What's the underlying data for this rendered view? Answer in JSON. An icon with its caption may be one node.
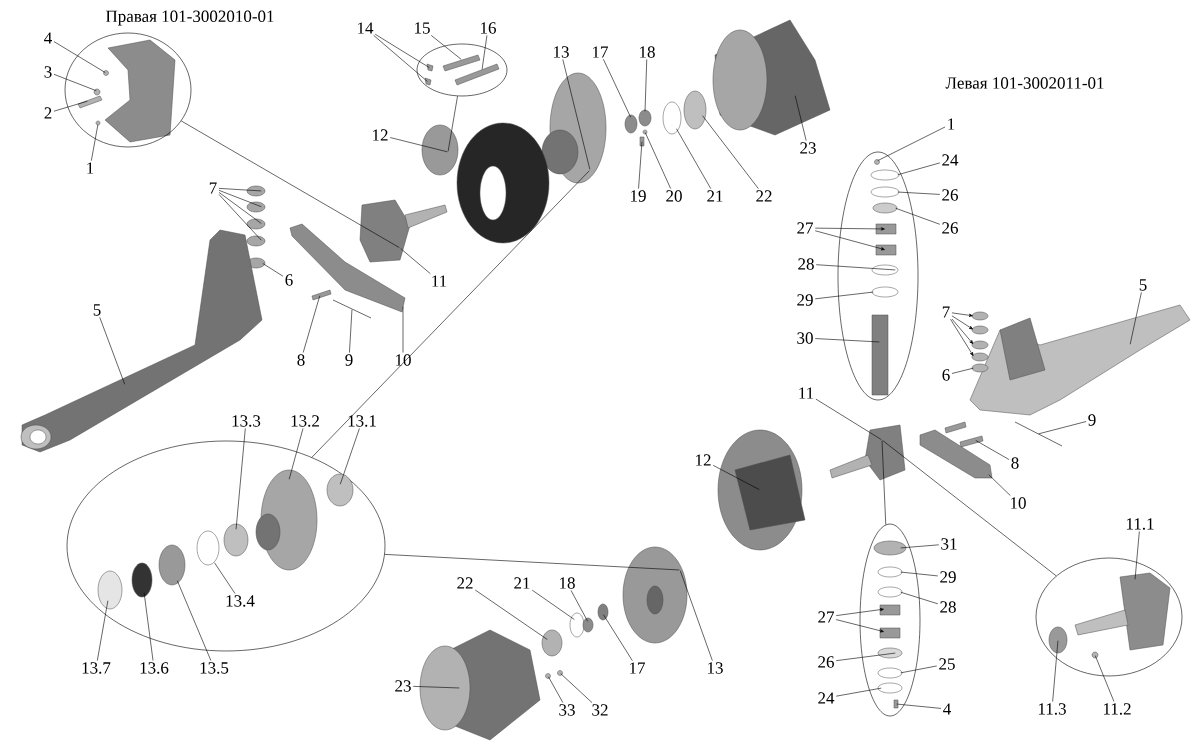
{
  "diagram": {
    "nodes": [
      {
        "text": [
          "4"
        ]
      },
      {
        "text": [
          "3"
        ]
      },
      {
        "text": [
          "2"
        ]
      },
      {
        "text": [
          "1"
        ]
      },
      {
        "text": [
          "14"
        ]
      },
      {
        "text": [
          "15"
        ]
      },
      {
        "text": [
          "16"
        ]
      },
      {
        "text": [
          "13"
        ]
      },
      {
        "text": [
          "17"
        ]
      },
      {
        "text": [
          "18"
        ]
      },
      {
        "text": [
          "12"
        ]
      },
      {
        "text": [
          "23"
        ]
      },
      {
        "text": [
          "7"
        ]
      },
      {
        "text": [
          "6"
        ]
      },
      {
        "text": [
          "11"
        ]
      },
      {
        "text": [
          "19"
        ]
      },
      {
        "text": [
          "20"
        ]
      },
      {
        "text": [
          "21"
        ]
      },
      {
        "text": [
          "22"
        ]
      },
      {
        "text": [
          "5"
        ]
      },
      {
        "text": [
          "8"
        ]
      },
      {
        "text": [
          "9"
        ]
      },
      {
        "text": [
          "10"
        ]
      },
      {
        "text": [
          "1"
        ]
      },
      {
        "text": [
          "24"
        ]
      },
      {
        "text": [
          "26"
        ]
      },
      {
        "text": [
          "26"
        ]
      },
      {
        "text": [
          "27"
        ]
      },
      {
        "text": [
          "28"
        ]
      },
      {
        "text": [
          "29"
        ]
      },
      {
        "text": [
          "30"
        ]
      },
      {
        "text": [
          "5"
        ]
      },
      {
        "text": [
          "7"
        ]
      },
      {
        "text": [
          "6"
        ]
      },
      {
        "text": [
          "11"
        ]
      },
      {
        "text": [
          "9"
        ]
      },
      {
        "text": [
          "8"
        ]
      },
      {
        "text": [
          "10"
        ]
      },
      {
        "text": [
          "12"
        ]
      },
      {
        "text": [
          "13.3"
        ]
      },
      {
        "text": [
          "13.2"
        ]
      },
      {
        "text": [
          "13.1"
        ]
      },
      {
        "text": [
          "13.4"
        ],
        "in": 67
      },
      {
        "text": [
          "13.7"
        ]
      },
      {
        "text": [
          "13.6"
        ]
      },
      {
        "text": [
          "13.5"
        ]
      },
      {
        "text": [
          "22"
        ]
      },
      {
        "text": [
          "21"
        ]
      },
      {
        "text": [
          "18"
        ]
      },
      {
        "text": [
          "23"
        ]
      },
      {
        "text": [
          "33"
        ]
      },
      {
        "text": [
          "32"
        ]
      },
      {
        "text": [
          "31"
        ]
      },
      {
        "text": [
          "29"
        ]
      },
      {
        "text": [
          "28"
        ]
      },
      {
        "text": [
          "27"
        ]
      },
      {
        "text": [
          "26"
        ]
      },
      {
        "text": [
          "25"
        ]
      },
      {
        "text": [
          "24"
        ]
      },
      {
        "text": [
          "4"
        ]
      },
      {
        "text": [
          "11.1"
        ]
      },
      {
        "text": [
          "11.3"
        ]
      },
      {
        "text": [
          "11.2"
        ]
      },
      {
        "text": [
          "13"
        ]
      },
      {
        "text": [
          "17"
        ]
      },
      {
        "text": [],
        "shape": "ellipse"
      },
      {
        "text": [],
        "shape": "ellipse"
      },
      {
        "text": [],
        "shape": "ellipse"
      },
      {
        "text": [],
        "shape": "ellipse"
      },
      {
        "text": [],
        "shape": "ellipse"
      },
      {
        "text": [],
        "shape": "ellipse"
      },
      {
        "text": [],
        "shape": "circle",
        "in": 65
      },
      {
        "text": [],
        "shape": "circle",
        "in": 65
      },
      {
        "text": [],
        "shape": "box",
        "in": 65
      },
      {
        "text": [],
        "shape": "circle",
        "in": 65
      },
      {
        "text": [],
        "shape": "box",
        "in": 66
      },
      {
        "text": [],
        "shape": "box",
        "in": 66
      },
      {
        "text": [],
        "shape": "box",
        "in": 66
      },
      {
        "text": [],
        "shape": "box",
        "in": 66
      },
      {
        "text": [],
        "shape": "circle"
      },
      {
        "text": [],
        "shape": "circle"
      },
      {
        "text": [],
        "shape": "circle"
      },
      {
        "text": [],
        "shape": "circle"
      },
      {
        "text": [],
        "shape": "box"
      },
      {
        "text": [],
        "shape": "circle"
      },
      {
        "text": [],
        "shape": "circle"
      },
      {
        "text": [],
        "shape": "circle"
      },
      {
        "text": [],
        "shape": "circle"
      },
      {
        "text": [],
        "shape": "circle"
      },
      {
        "text": [],
        "shape": "box"
      },
      {
        "text": [],
        "shape": "box"
      },
      {
        "text": [],
        "shape": "circle"
      },
      {
        "text": [],
        "shape": "circle"
      },
      {
        "text": [],
        "shape": "circle"
      },
      {
        "text": [],
        "shape": "box"
      },
      {
        "text": [],
        "shape": "box"
      },
      {
        "text": [],
        "shape": "line"
      },
      {
        "text": [],
        "shape": "box"
      },
      {
        "text": [],
        "shape": "circle",
        "in": 68
      },
      {
        "text": [],
        "shape": "circle",
        "in": 68
      },
      {
        "text": [],
        "shape": "circle",
        "in": 68
      },
      {
        "text": [],
        "shape": "circle",
        "in": 68
      },
      {
        "text": [],
        "shape": "box",
        "in": 68
      },
      {
        "text": [],
        "shape": "box",
        "in": 68
      },
      {
        "text": [],
        "shape": "circle",
        "in": 68
      },
      {
        "text": [],
        "shape": "circle",
        "in": 68
      },
      {
        "text": [],
        "shape": "box",
        "in": 68
      },
      {
        "text": [],
        "shape": "box"
      },
      {
        "text": [],
        "shape": "circle"
      },
      {
        "text": [],
        "shape": "circle"
      },
      {
        "text": [],
        "shape": "circle"
      },
      {
        "text": [],
        "shape": "circle"
      },
      {
        "text": [],
        "shape": "circle"
      },
      {
        "text": [],
        "shape": "box"
      },
      {
        "text": [],
        "shape": "line"
      },
      {
        "text": [],
        "shape": "box"
      },
      {
        "text": [],
        "shape": "box"
      },
      {
        "text": [],
        "shape": "circle"
      },
      {
        "text": [],
        "shape": "circle",
        "in": 67
      },
      {
        "text": [],
        "shape": "circle",
        "in": 67
      },
      {
        "text": [],
        "shape": "circle",
        "in": 67
      },
      {
        "text": [],
        "shape": "circle",
        "in": 67
      },
      {
        "text": [],
        "shape": "circle",
        "in": 67
      },
      {
        "text": [],
        "shape": "circle",
        "in": 67
      },
      {
        "text": [],
        "shape": "circle",
        "in": 67
      },
      {
        "text": [],
        "shape": "circle"
      },
      {
        "text": [],
        "shape": "circle"
      },
      {
        "text": [],
        "shape": "circle"
      },
      {
        "text": [],
        "shape": "box"
      },
      {
        "text": [],
        "shape": "circle"
      },
      {
        "text": [],
        "shape": "circle"
      },
      {
        "text": [],
        "shape": "circle",
        "in": 69
      },
      {
        "text": [],
        "shape": "circle",
        "in": 69
      },
      {
        "text": [],
        "shape": "circle",
        "in": 69
      },
      {
        "text": [],
        "shape": "box",
        "in": 69
      },
      {
        "text": [],
        "shape": "box",
        "in": 69
      },
      {
        "text": [],
        "shape": "circle",
        "in": 69
      },
      {
        "text": [],
        "shape": "circle",
        "in": 69
      },
      {
        "text": [],
        "shape": "circle",
        "in": 69
      },
      {
        "text": [],
        "shape": "box",
        "in": 69
      },
      {
        "text": [],
        "shape": "box",
        "in": 70
      },
      {
        "text": [],
        "shape": "circle",
        "in": 70
      },
      {
        "text": [],
        "shape": "circle",
        "in": 70
      },
      {
        "text": [],
        "shape": "circle"
      },
      {
        "text": [],
        "shape": "circle"
      }
    ],
    "edges": [
      {
        "from": 0,
        "to": 71,
        "arrow": "none"
      },
      {
        "from": 1,
        "to": 72,
        "arrow": "none"
      },
      {
        "from": 2,
        "to": 73,
        "arrow": "none"
      },
      {
        "from": 3,
        "to": 74,
        "arrow": "none"
      },
      {
        "from": 4,
        "to": 75,
        "arrow": "none"
      },
      {
        "from": 4,
        "to": 76,
        "arrow": "none"
      },
      {
        "from": 5,
        "to": 77,
        "arrow": "none"
      },
      {
        "from": 6,
        "to": 78,
        "arrow": "none"
      },
      {
        "from": 7,
        "to": 79,
        "arrow": "none"
      },
      {
        "from": 8,
        "to": 80,
        "arrow": "none"
      },
      {
        "from": 9,
        "to": 81,
        "arrow": "none"
      },
      {
        "from": 10,
        "to": 82,
        "arrow": "none"
      },
      {
        "from": 11,
        "to": 83,
        "arrow": "none"
      },
      {
        "from": 12,
        "to": 84,
        "arrow": "none"
      },
      {
        "from": 12,
        "to": 85,
        "arrow": "none"
      },
      {
        "from": 12,
        "to": 86,
        "arrow": "none"
      },
      {
        "from": 12,
        "to": 87,
        "arrow": "none"
      },
      {
        "from": 13,
        "to": 88,
        "arrow": "none"
      },
      {
        "from": 14,
        "to": 89,
        "arrow": "none"
      },
      {
        "from": 15,
        "to": 90,
        "arrow": "none"
      },
      {
        "from": 16,
        "to": 91,
        "arrow": "none"
      },
      {
        "from": 17,
        "to": 92,
        "arrow": "none"
      },
      {
        "from": 18,
        "to": 93,
        "arrow": "none"
      },
      {
        "from": 19,
        "to": 94,
        "arrow": "none"
      },
      {
        "from": 20,
        "to": 95,
        "arrow": "none"
      },
      {
        "from": 21,
        "to": 96,
        "arrow": "none"
      },
      {
        "from": 22,
        "to": 97,
        "arrow": "none"
      },
      {
        "from": 23,
        "to": 98,
        "arrow": "none"
      },
      {
        "from": 24,
        "to": 99,
        "arrow": "none"
      },
      {
        "from": 25,
        "to": 100,
        "arrow": "none"
      },
      {
        "from": 26,
        "to": 101,
        "arrow": "none"
      },
      {
        "from": 27,
        "to": 102,
        "arrow": "to"
      },
      {
        "from": 27,
        "to": 103,
        "arrow": "to"
      },
      {
        "from": 28,
        "to": 104,
        "arrow": "none"
      },
      {
        "from": 29,
        "to": 105,
        "arrow": "none"
      },
      {
        "from": 30,
        "to": 106,
        "arrow": "none"
      },
      {
        "from": 31,
        "to": 107,
        "arrow": "none"
      },
      {
        "from": 32,
        "to": 108,
        "arrow": "to"
      },
      {
        "from": 32,
        "to": 109,
        "arrow": "to"
      },
      {
        "from": 32,
        "to": 110,
        "arrow": "to"
      },
      {
        "from": 32,
        "to": 111,
        "arrow": "to"
      },
      {
        "from": 33,
        "to": 112,
        "arrow": "none"
      },
      {
        "from": 34,
        "to": 113,
        "arrow": "none"
      },
      {
        "from": 35,
        "to": 114,
        "arrow": "none"
      },
      {
        "from": 36,
        "to": 115,
        "arrow": "none"
      },
      {
        "from": 37,
        "to": 116,
        "arrow": "none"
      },
      {
        "from": 38,
        "to": 117,
        "arrow": "none"
      },
      {
        "from": 39,
        "to": 118,
        "arrow": "none"
      },
      {
        "from": 40,
        "to": 119,
        "arrow": "none"
      },
      {
        "from": 41,
        "to": 120,
        "arrow": "none"
      },
      {
        "from": 42,
        "to": 121,
        "arrow": "none"
      },
      {
        "from": 43,
        "to": 122,
        "arrow": "none"
      },
      {
        "from": 44,
        "to": 123,
        "arrow": "none"
      },
      {
        "from": 45,
        "to": 124,
        "arrow": "none"
      },
      {
        "from": 46,
        "to": 125,
        "arrow": "none"
      },
      {
        "from": 47,
        "to": 126,
        "arrow": "none"
      },
      {
        "from": 48,
        "to": 127,
        "arrow": "none"
      },
      {
        "from": 49,
        "to": 128,
        "arrow": "none"
      },
      {
        "from": 50,
        "to": 129,
        "arrow": "none"
      },
      {
        "from": 51,
        "to": 130,
        "arrow": "none"
      },
      {
        "from": 52,
        "to": 131,
        "arrow": "none"
      },
      {
        "from": 53,
        "to": 132,
        "arrow": "none"
      },
      {
        "from": 54,
        "to": 133,
        "arrow": "none"
      },
      {
        "from": 55,
        "to": 134,
        "arrow": "to"
      },
      {
        "from": 55,
        "to": 135,
        "arrow": "to"
      },
      {
        "from": 56,
        "to": 136,
        "arrow": "none"
      },
      {
        "from": 57,
        "to": 137,
        "arrow": "none"
      },
      {
        "from": 58,
        "to": 138,
        "arrow": "none"
      },
      {
        "from": 59,
        "to": 139,
        "arrow": "none"
      },
      {
        "from": 60,
        "to": 140,
        "arrow": "none"
      },
      {
        "from": 61,
        "to": 141,
        "arrow": "none"
      },
      {
        "from": 62,
        "to": 142,
        "arrow": "none"
      },
      {
        "from": 63,
        "to": 143,
        "arrow": "none"
      },
      {
        "from": 64,
        "to": 144,
        "arrow": "none"
      },
      {
        "from": 65,
        "to": 89,
        "arrow": "none"
      },
      {
        "from": 66,
        "to": 82,
        "arrow": "none"
      },
      {
        "from": 67,
        "to": 79,
        "arrow": "none"
      },
      {
        "from": 67,
        "to": 143,
        "arrow": "none"
      },
      {
        "from": 69,
        "to": 113,
        "arrow": "none"
      },
      {
        "from": 70,
        "to": 113,
        "arrow": "none"
      }
    ],
    "labels": [
      "Правая 101-3002010-01",
      "Левая 101-3002011-01"
    ]
  }
}
